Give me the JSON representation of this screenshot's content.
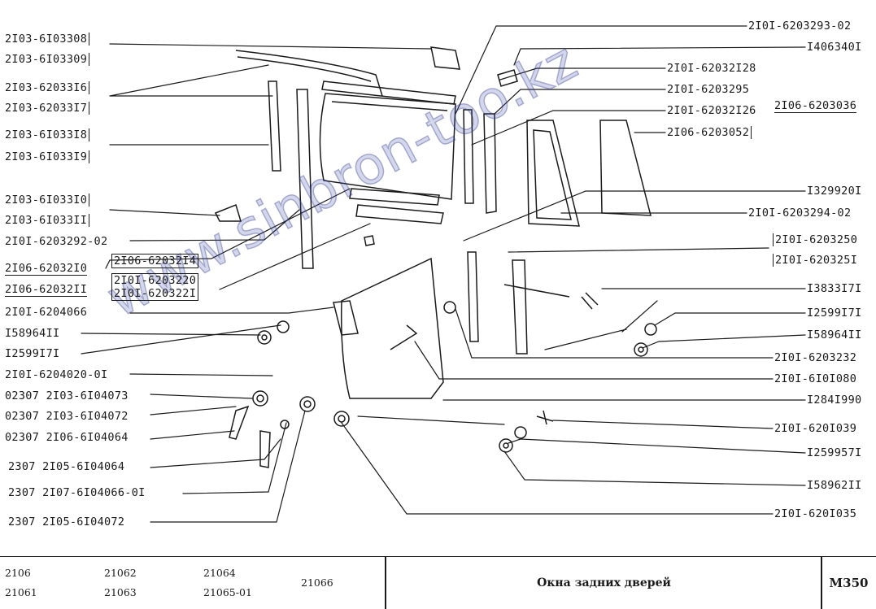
{
  "labels": {
    "l1": "2I03-6I03308",
    "l2": "2I03-6I03309",
    "l3": "2I03-62033I6",
    "l4": "2I03-62033I7",
    "l5": "2I03-6I033I8",
    "l6": "2I03-6I033I9",
    "l7": "2I03-6I033I0",
    "l8": "2I03-6I033II",
    "l9": "2I0I-6203292-02",
    "l10": "2I06-62032I0",
    "l10b": "2I06-62032I4",
    "l11": "2I06-62032II",
    "l11b": "2I0I-6203220",
    "l11c": "2I0I-620322I",
    "l12": "2I0I-6204066",
    "l13": "I58964II",
    "l14": "I2599I7I",
    "l15": "2I0I-6204020-0I",
    "l16a": "02307",
    "l16b": "2I03-6I04073",
    "l17a": "02307",
    "l17b": "2I03-6I04072",
    "l18a": "02307",
    "l18b": "2I06-6I04064",
    "l19a": "2307",
    "l19b": "2I05-6I04064",
    "l20a": "2307",
    "l20b": "2I07-6I04066-0I",
    "l21a": "2307",
    "l21b": "2I05-6I04072",
    "r1": "2I0I-6203293-02",
    "r2": "I406340I",
    "r3": "2I0I-62032I28",
    "r4": "2I0I-6203295",
    "r5": "2I0I-62032I26",
    "r5b": "2I06-6203036",
    "r6": "2I06-6203052",
    "r7": "I329920I",
    "r8": "2I0I-6203294-02",
    "r9": "2I0I-6203250",
    "r10": "2I0I-620325I",
    "r11": "I3833I7I",
    "r12": "I2599I7I",
    "r13": "I58964II",
    "r14": "2I0I-6203232",
    "r15": "2I0I-6I0I080",
    "r16": "I284I990",
    "r17": "2I0I-620I039",
    "r18": "I259957I",
    "r19": "I58962II",
    "r20": "2I0I-620I035"
  },
  "footer": {
    "models": [
      "2106",
      "21061",
      "21062",
      "21063",
      "21064",
      "21065-01",
      "21066"
    ],
    "title": "Окна задних дверей",
    "code": "М350"
  },
  "watermark": "www.sinbron-too.kz"
}
